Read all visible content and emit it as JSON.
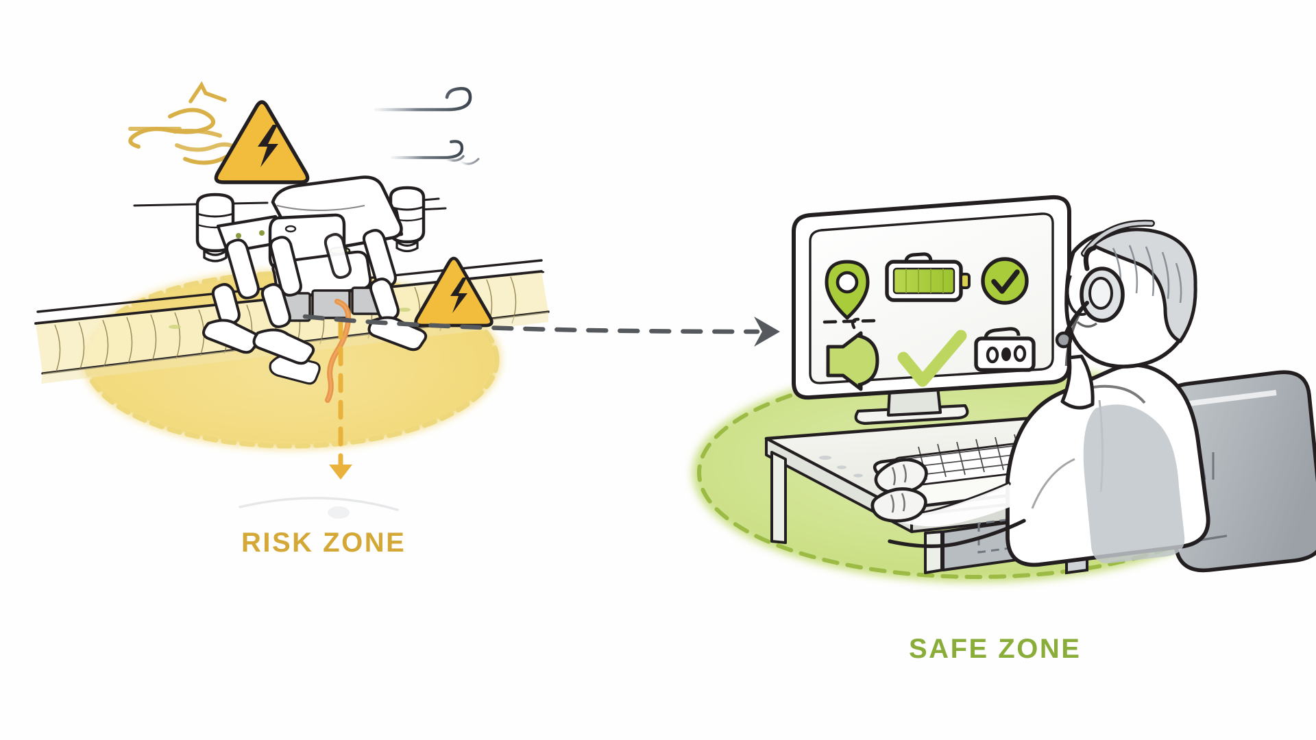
{
  "illustration": {
    "title": "Drone Inspection Risk Zone versus Remote Operator Safe Zone",
    "background_color": "#fefefe",
    "style": "hand-drawn line illustration with watercolor fills"
  },
  "labels": {
    "risk_zone": "RISK ZONE",
    "safe_zone": "SAFE ZONE"
  },
  "colors": {
    "risk_text": "#d4a836",
    "risk_fill": "#f6e49a",
    "risk_fill_deep": "#f2d86a",
    "risk_dash": "#e8b23c",
    "safe_text": "#8aad3a",
    "safe_fill": "#cfe08c",
    "safe_dash": "#9cbb45",
    "warning_yellow": "#f2bd3d",
    "warning_outline": "#231f20",
    "ink": "#231f20",
    "grey_line": "#5a6470",
    "screen_green": "#a9cd3a",
    "cable_orange": "#e8954a",
    "connector_dash": "#55585c",
    "metal_grey": "#b9bec4",
    "chair_grey": "#a8adb2"
  },
  "risk_zone": {
    "label": "RISK ZONE",
    "elements": [
      {
        "name": "wind-gust-icon",
        "kind": "hazard",
        "color": "#e0b54a",
        "description": "yellow swirling wind gust strokes"
      },
      {
        "name": "electric-hazard-triangle-left",
        "kind": "hazard",
        "symbol": "lightning-bolt",
        "fill": "#f2bd3d"
      },
      {
        "name": "wind-lines-icon",
        "kind": "hazard",
        "color": "#5a6470",
        "description": "grey horizontal wind streak lines with curl"
      },
      {
        "name": "electric-hazard-triangle-right",
        "kind": "hazard",
        "symbol": "lightning-bolt",
        "fill": "#f2bd3d"
      },
      {
        "name": "inspection-drone",
        "kind": "asset",
        "rotors": 4,
        "legs": 4,
        "description": "quadcopter drone perched on a pipeline with landing legs"
      },
      {
        "name": "pipeline",
        "kind": "asset",
        "description": "large ribbed industrial pipeline running diagonally"
      },
      {
        "name": "orange-cable",
        "kind": "asset",
        "color": "#e8954a",
        "description": "orange cable hanging from drone payload down past pipe"
      },
      {
        "name": "risk-zone-ellipse",
        "kind": "zone",
        "fill": "#f6e49a",
        "border": "dashed"
      }
    ]
  },
  "safe_zone": {
    "label": "SAFE ZONE",
    "elements": [
      {
        "name": "monitor",
        "kind": "device",
        "description": "desktop monitor on stand showing drone telemetry icons"
      },
      {
        "name": "desk",
        "kind": "furniture"
      },
      {
        "name": "keyboard",
        "kind": "device"
      },
      {
        "name": "operator",
        "kind": "person",
        "description": "seated operator wearing headset with boom microphone, grey hair, white shirt"
      },
      {
        "name": "office-chair",
        "kind": "furniture",
        "color": "#a8adb2"
      },
      {
        "name": "safe-zone-ellipse",
        "kind": "zone",
        "fill": "#cfe08c",
        "border": "dashed"
      }
    ]
  },
  "monitor_screen": {
    "background": "#fbfbf9",
    "accent": "#a9cd3a",
    "icon_rows": [
      {
        "row": "top",
        "icons": [
          {
            "name": "location-pin-icon",
            "label": "Location",
            "status": "ok",
            "color": "#a9cd3a"
          },
          {
            "name": "battery-icon",
            "label": "Battery",
            "status": "full",
            "level_percent": 100,
            "color": "#a9cd3a"
          },
          {
            "name": "check-circle-icon",
            "label": "Systems check",
            "status": "ok",
            "color": "#a9cd3a"
          }
        ]
      },
      {
        "row": "bottom",
        "icons": [
          {
            "name": "speaker-audio-icon",
            "label": "Audio link",
            "status": "active",
            "color": "#a9cd3a"
          },
          {
            "name": "checkmark-icon",
            "label": "Confirmed",
            "status": "ok",
            "color": "#bcd65f"
          },
          {
            "name": "controller-device-icon",
            "label": "Control unit",
            "status": "connected",
            "color": "#231f20"
          }
        ]
      }
    ],
    "divider": {
      "name": "dashed-divider",
      "style": "dashed",
      "color": "#231f20"
    }
  },
  "connector": {
    "name": "risk-to-safe-arrow",
    "style": "dashed",
    "color": "#55585c",
    "direction": "left-to-right",
    "meaning": "remote link from risk zone to safe zone"
  },
  "drop_marker": {
    "name": "vertical-drop-indicator",
    "style": "dashed",
    "color": "#e8b23c",
    "arrowhead": "down"
  }
}
